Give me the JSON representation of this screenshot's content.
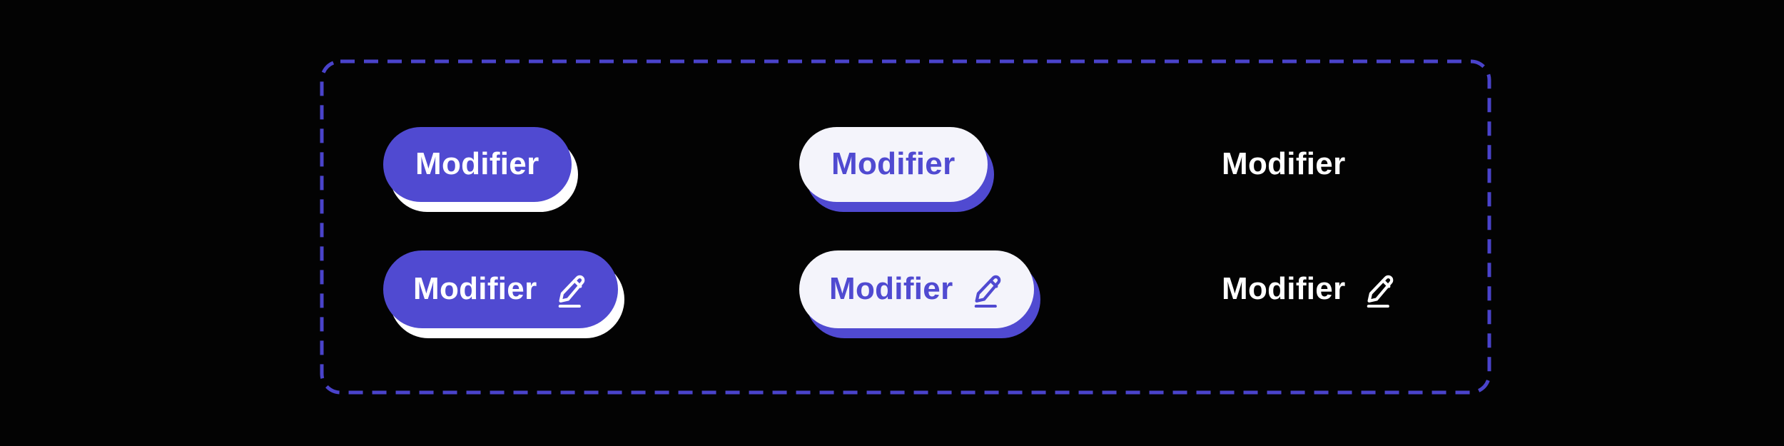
{
  "colors": {
    "bg": "#030303",
    "accent": "#504AD1",
    "frame": "#4A43CB",
    "light": "#F4F4FB",
    "white": "#FFFFFF"
  },
  "buttons": {
    "row1": [
      {
        "variant": "primary",
        "label": "Modifier"
      },
      {
        "variant": "light",
        "label": "Modifier"
      },
      {
        "variant": "text",
        "label": "Modifier"
      }
    ],
    "row2": [
      {
        "variant": "primary-with-icon",
        "label": "Modifier",
        "icon": "pencil-line-icon"
      },
      {
        "variant": "light-with-icon",
        "label": "Modifier",
        "icon": "pencil-line-icon"
      },
      {
        "variant": "text-with-icon",
        "label": "Modifier",
        "icon": "pencil-line-icon"
      }
    ]
  }
}
